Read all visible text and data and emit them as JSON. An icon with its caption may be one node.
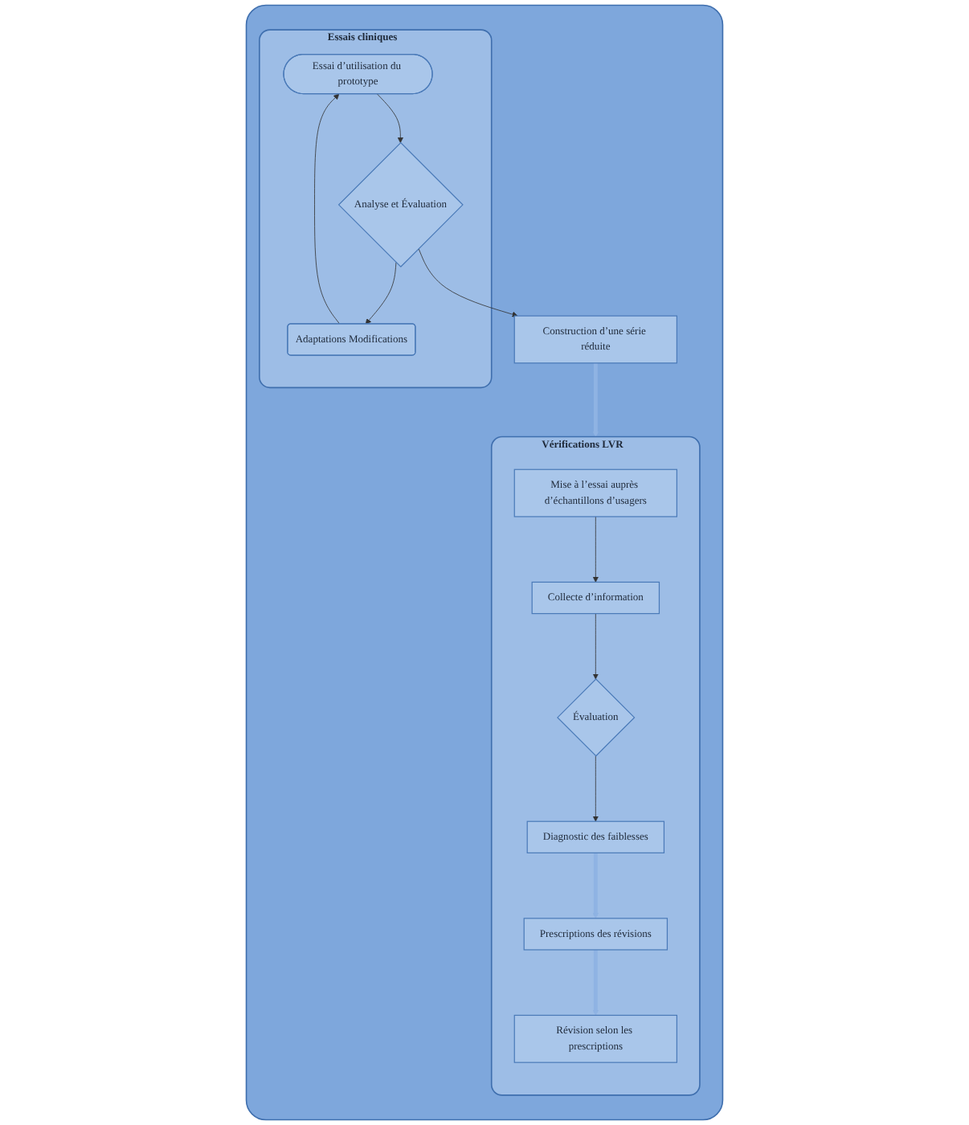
{
  "diagram": {
    "nodes": [
      {
        "text": [],
        "shape": "box"
      },
      {
        "text": [
          "Essais cliniques"
        ],
        "in": 0
      },
      {
        "text": [
          "Essai d’utilisation du prototype"
        ],
        "in": 1
      },
      {
        "text": [
          "Adaptations Modifications"
        ],
        "in": 1
      },
      {
        "text": [
          "Analyse et Évaluation"
        ],
        "in": 1
      },
      {
        "text": [
          "Construction d’une série réduite"
        ],
        "in": 0
      },
      {
        "text": [
          "Vérifications LVR"
        ],
        "in": 0
      },
      {
        "text": [
          "Mise à l’essai auprès d’échantillons d’usagers"
        ],
        "in": 6
      },
      {
        "text": [
          "Révision selon les prescriptions"
        ],
        "in": 6
      },
      {
        "text": [
          "Collecte d’information"
        ],
        "in": 6
      },
      {
        "text": [
          "Prescriptions des révisions"
        ],
        "in": 6
      },
      {
        "text": [
          "Évaluation"
        ],
        "in": 6
      },
      {
        "text": [
          "Diagnostic des faiblesses"
        ],
        "in": 6
      }
    ],
    "edges": [
      {
        "from": 2,
        "to": 4,
        "arrow": "to"
      },
      {
        "from": 4,
        "to": 3,
        "arrow": "to"
      },
      {
        "from": 3,
        "to": 2,
        "arrow": "to"
      },
      {
        "from": 4,
        "to": 5,
        "arrow": "to"
      },
      {
        "from": 5,
        "to": 6,
        "arrow": "to",
        "style": "thick",
        "color": "#8fb3e3"
      },
      {
        "from": 7,
        "to": 9,
        "arrow": "to"
      },
      {
        "from": 9,
        "to": 11,
        "arrow": "to"
      },
      {
        "from": 11,
        "to": 12,
        "arrow": "to"
      },
      {
        "from": 12,
        "to": 10,
        "arrow": "to",
        "style": "thick",
        "color": "#8fb3e3"
      },
      {
        "from": 10,
        "to": 8,
        "arrow": "to",
        "style": "thick",
        "color": "#8fb3e3"
      }
    ]
  }
}
